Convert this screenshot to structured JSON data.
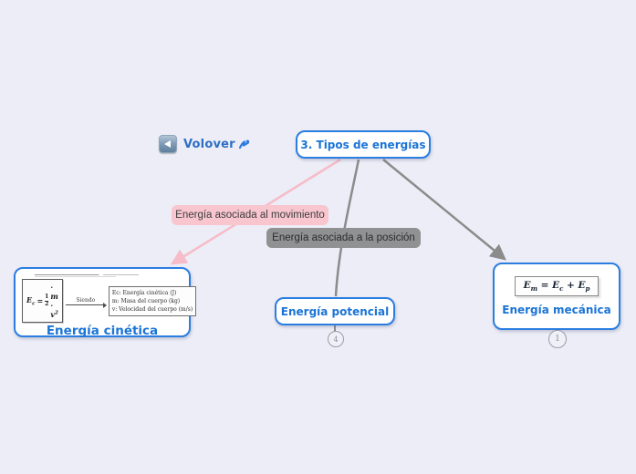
{
  "colors": {
    "background": "#ecedf7",
    "node_border": "#2b7de1",
    "node_text": "#1b74d6",
    "pink_line": "#f6bcc8",
    "pink_label_bg": "#f9c6d0",
    "gray_line": "#8b8b8b",
    "gray_label_bg": "#8f9193",
    "back_text": "#2c6fc4",
    "icon_blue": "#2f7ce0"
  },
  "toolbar": {
    "back_label": "Volover"
  },
  "map": {
    "root": {
      "label": "3. Tipos de energías"
    },
    "edge_labels": {
      "movimiento": "Energía asociada al movimiento",
      "posicion": "Energía asociada a la posición"
    },
    "nodes": {
      "cinetica": {
        "label": "Energía cinética",
        "formula": {
          "E": "E",
          "sub": "c",
          "eq": "=",
          "num": "1",
          "den": "2",
          "body": "· m · v",
          "exp": "2"
        },
        "arrow_label": "Siendo",
        "legend": [
          "Ec: Energía cinética (J)",
          "m: Masa del cuerpo (kg)",
          "v: Velocidad del cuerpo (m/s)"
        ]
      },
      "potencial": {
        "label": "Energía potencial",
        "badge": "4"
      },
      "mecanica": {
        "label": "Energía mecánica",
        "formula": {
          "t1": "E",
          "s1": "m",
          "t2": " = ",
          "t3": "E",
          "s2": "c",
          "t4": " + ",
          "t5": "E",
          "s3": "p"
        },
        "badge": "1"
      }
    }
  }
}
